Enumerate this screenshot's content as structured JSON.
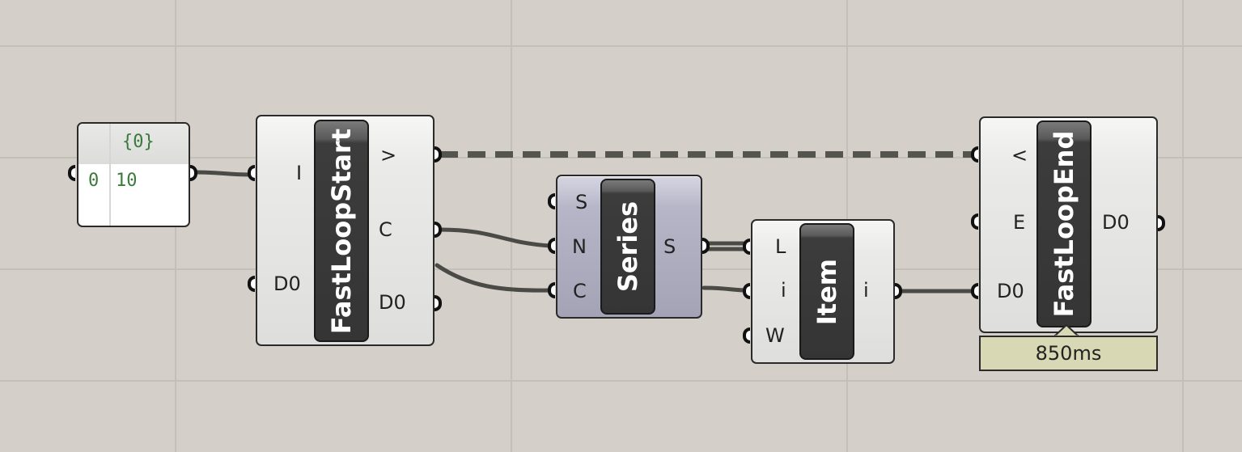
{
  "canvas": {
    "background": "#d4cfc8",
    "grid_color": "#c4bfb8",
    "wire_color": "#4a4a46"
  },
  "panel": {
    "path_label": "{0}",
    "index": "0",
    "value": "10"
  },
  "fast_loop_start": {
    "nickname": "FastLoopStart",
    "inputs": [
      "I",
      "D0"
    ],
    "outputs": [
      ">",
      "C",
      "D0"
    ]
  },
  "series": {
    "nickname": "Series",
    "inputs": [
      "S",
      "N",
      "C"
    ],
    "outputs": [
      "S"
    ]
  },
  "item": {
    "nickname": "Item",
    "inputs": [
      "L",
      "i",
      "W"
    ],
    "outputs": [
      "i"
    ]
  },
  "fast_loop_end": {
    "nickname": "FastLoopEnd",
    "inputs": [
      "<",
      "E",
      "D0"
    ],
    "outputs": [
      "D0"
    ],
    "timing": "850ms"
  }
}
